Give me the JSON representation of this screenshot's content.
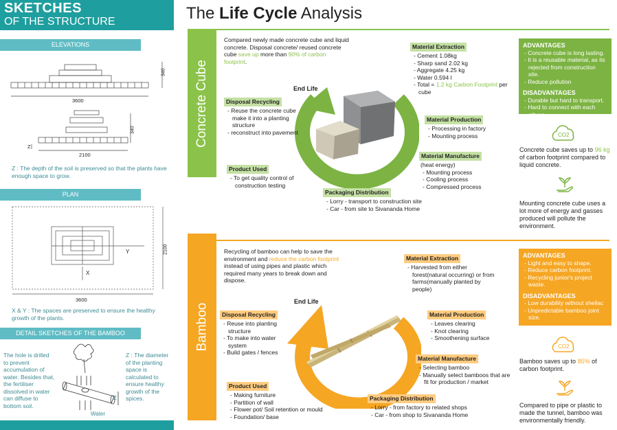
{
  "left": {
    "title": "SKETCHES",
    "subtitle": "OF THE STRUCTURE",
    "elevations_label": "ELEVATIONS",
    "elev_dim_width": "3600",
    "elev_dim_height": "340",
    "elev2_dim_width": "2100",
    "elev2_dim_height": "340",
    "z_mark": "Z",
    "z_note": "Z : The depth of the soil is preserved so that the plants have enough space to grow.",
    "plan_label": "PLAN",
    "plan_dim_width": "3600",
    "plan_dim_height": "2100",
    "y_mark": "Y",
    "x_mark": "X",
    "xy_note": "X & Y : The spaces are preserved to ensure the healthy growth of the plants.",
    "detail_label": "DETAIL SKETCHES OF THE BAMBOO",
    "detail_note_left": "The hole is drilled to prevent accumulation of water. Besides that, the fertiliser dissolved in water can diffuse to bottom soil.",
    "detail_note_right": "Z : The diameter of the planting space is calculated to ensure healthy growth of the spices.",
    "water_label": "Water",
    "z_small": "Z"
  },
  "header": {
    "title_pre": "The ",
    "title_bold": "Life Cycle",
    "title_post": " Analysis"
  },
  "concrete": {
    "tab": "Concrete Cube",
    "intro_1": "Compared newly made concrete cube and liquid concrete. Disposal concrete/ reused concrete cube ",
    "intro_hl": "save up",
    "intro_2": " more than ",
    "intro_hl2": "90% of carbon footprint",
    "intro_3": ".",
    "end_life": "End Life",
    "extraction_h": "Material Extraction",
    "extraction": [
      "Cement 1.08kg",
      "Sharp sand 2.02 kg",
      "Aggregate 4.25 kg",
      "Water 0.594 l"
    ],
    "extraction_total_pre": "Total = ",
    "extraction_total_hl": "1.2 kg Carbon Footprint",
    "extraction_total_post": " per cube",
    "production_h": "Material Production",
    "production": [
      "Processing in factory",
      "Mounting process"
    ],
    "manufacture_h": "Material Manufacture",
    "manufacture_sub": "(heat energy)",
    "manufacture": [
      "Mounting process",
      "Cooling process",
      "Compressed process"
    ],
    "packaging_h": "Packaging Distribution",
    "packaging": [
      "Lorry - transport to construction site",
      "Car - from site to Sivananda Home"
    ],
    "product_h": "Product Used",
    "product": [
      "To get quality control of construction testing"
    ],
    "disposal_h": "Disposal Recycling",
    "disposal": [
      "Reuse the concrete cube make it into a planting structure",
      "reconstruct into pavement"
    ],
    "adv_h": "ADVANTAGES",
    "adv": [
      "Concrete cube is long lasting.",
      "It is a reusable material, as its rejected from construction site.",
      "Reduce pollution"
    ],
    "disadv_h": "DISADVANTAGES",
    "disadv": [
      "Durable but hard to transport.",
      "Hard to connect with each others."
    ],
    "co2_label": "CO2",
    "save_1": "Concrete cube saves up to ",
    "save_hl": "96 kg",
    "save_2": " of carbon footprint compared to liquid concrete.",
    "mount_note": "Mounting concrete cube uses a lot more of energy and gasses produced will pollute the environment."
  },
  "bamboo": {
    "tab": "Bamboo",
    "intro_1": "Recycling of bamboo can help to save the environment and ",
    "intro_hl": "reduce the carbon footprint",
    "intro_2": " instead of using pipes and plastic which required many years to break down and dispose.",
    "end_life": "End Life",
    "extraction_h": "Material Extraction",
    "extraction": [
      "Harvested from either forest(natural occurring) or from farms(manually planted by people)"
    ],
    "production_h": "Material Production",
    "production": [
      "Leaves clearing",
      "Knot clearing",
      "Smoothening surface"
    ],
    "manufacture_h": "Material Manufacture",
    "manufacture": [
      "Selecting bamboo",
      "Manually select bamboos that are fit for production / market"
    ],
    "packaging_h": "Packaging Distribution",
    "packaging": [
      "Lorry - from factory to related shops",
      "Car - from shop to Sivananda Home"
    ],
    "product_h": "Product Used",
    "product": [
      "Making furniture",
      "Partition of wall",
      "Flower pot/ Soil retention or mould",
      "Foundation/ base"
    ],
    "disposal_h": "Disposal Recycling",
    "disposal": [
      "Reuse into planting structure",
      "To make into water system",
      "Build gates / fences"
    ],
    "adv_h": "ADVANTAGES",
    "adv": [
      "Light and easy to shape.",
      "Reduce carbon footprint.",
      "Recycling junior's project waste."
    ],
    "disadv_h": "DISADVANTAGES",
    "disadv": [
      "Low durability without shellac",
      "Unpredictable bamboo joint size."
    ],
    "co2_label": "CO2",
    "save_1": "Bamboo saves up to ",
    "save_hl": "85%",
    "save_2": " of carbon footprint.",
    "compare_note": "Compared to pipe or plastic to made the tunnel, bamboo was environmentally friendly."
  },
  "colors": {
    "teal": "#1e9e9e",
    "green": "#8bc34a",
    "orange": "#f5a623"
  }
}
